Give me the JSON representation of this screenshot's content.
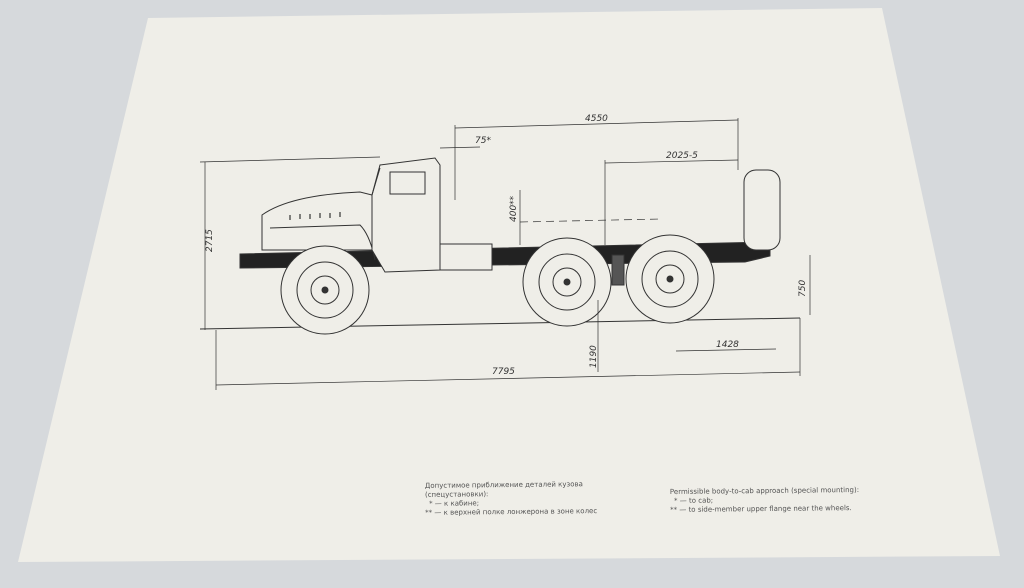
{
  "drawing": {
    "dimensions": {
      "overall_length": "7795",
      "height": "2715",
      "cab_to_rear": "4550",
      "cab_clearance": "75*",
      "body_length": "2025-5",
      "frame_clearance": "400**",
      "frame_height": "750",
      "rear_overhang": "1428",
      "wheelbase_front_to_bogie": "1190"
    }
  },
  "caption_ru": {
    "line1": "Допустимое приближение деталей кузова",
    "line2": "(спецустановки):",
    "line3": "* — к кабине;",
    "line4": "** — к верхней полке лонжерона в зоне колес"
  },
  "caption_en": {
    "line1": "Permissible body-to-cab approach (special mounting):",
    "line2": "* — to cab;",
    "line3": "** — to side-member upper flange near the wheels."
  }
}
